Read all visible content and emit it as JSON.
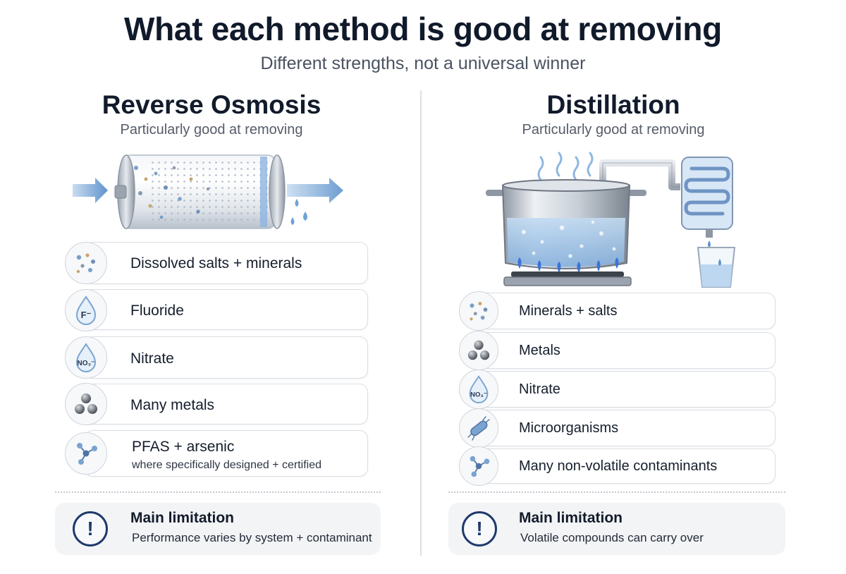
{
  "header": {
    "title": "What each method is good at removing",
    "subtitle": "Different strengths, not a universal winner"
  },
  "reverse_osmosis": {
    "title": "Reverse Osmosis",
    "subtitle": "Particularly good at removing",
    "items": [
      {
        "label": "Dissolved salts + minerals",
        "icon": "particles-icon"
      },
      {
        "label": "Fluoride",
        "icon": "fluoride-drop-icon",
        "glyph": "F⁻"
      },
      {
        "label": "Nitrate",
        "icon": "nitrate-drop-icon",
        "glyph": "NO₃⁻"
      },
      {
        "label": "Many metals",
        "icon": "metal-spheres-icon"
      },
      {
        "label": "PFAS + arsenic",
        "note": "where specifically designed + certified",
        "icon": "molecule-icon"
      }
    ],
    "limitation": {
      "heading": "Main limitation",
      "text": "Performance varies by system + contaminant",
      "icon_glyph": "!"
    }
  },
  "distillation": {
    "title": "Distillation",
    "subtitle": "Particularly good at removing",
    "items": [
      {
        "label": "Minerals + salts",
        "icon": "particles-icon"
      },
      {
        "label": "Metals",
        "icon": "metal-spheres-icon"
      },
      {
        "label": "Nitrate",
        "icon": "nitrate-drop-icon",
        "glyph": "NO₃⁻"
      },
      {
        "label": "Microorganisms",
        "icon": "bacteria-icon"
      },
      {
        "label": "Many non-volatile contaminants",
        "icon": "molecule-icon"
      }
    ],
    "limitation": {
      "heading": "Main limitation",
      "text": "Volatile compounds can carry over",
      "icon_glyph": "!"
    }
  },
  "colors": {
    "title_text": "#101a2b",
    "water_blue": "#8fb8e0",
    "arrow_blue": "#6f9fd3",
    "flame_blue": "#3b73d8",
    "limit_icon": "#1f3a6b"
  }
}
